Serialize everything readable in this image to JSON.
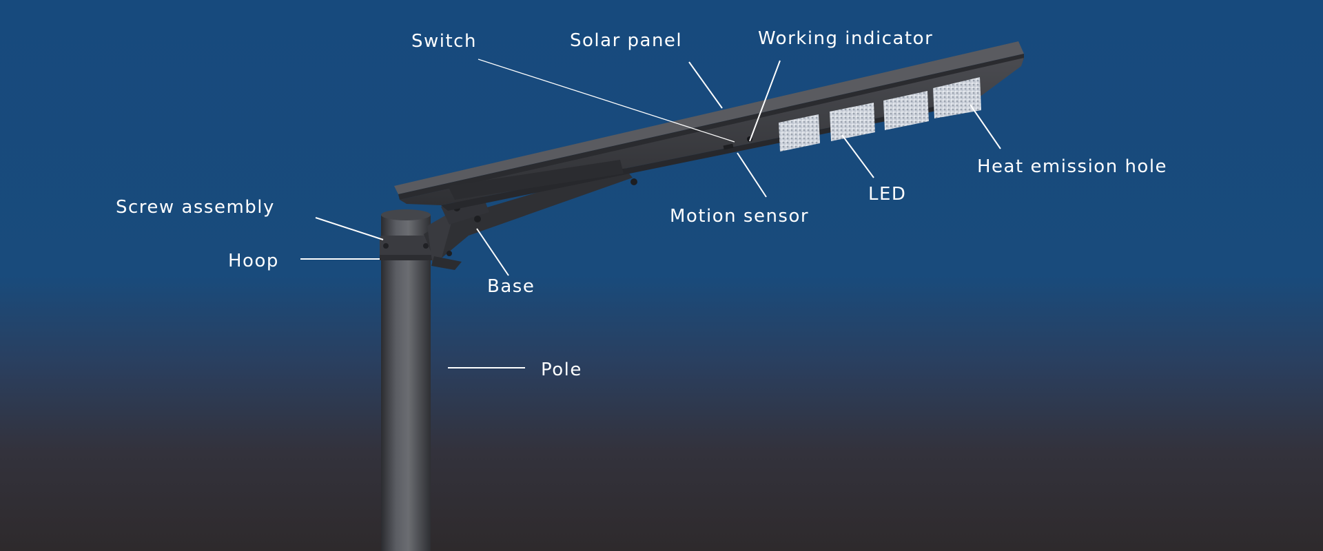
{
  "diagram": {
    "labels": {
      "switch": "Switch",
      "solar_panel": "Solar panel",
      "working_indicator": "Working indicator",
      "heat_emission_hole": "Heat emission hole",
      "led": "LED",
      "motion_sensor": "Motion sensor",
      "screw_assembly": "Screw assembly",
      "hoop": "Hoop",
      "base": "Base",
      "pole": "Pole"
    }
  },
  "colors": {
    "background_top": "#174a7d",
    "background_bottom": "#2e2a2c",
    "label": "#ffffff",
    "lamp_body": "#3d3e42",
    "led_module": "#d7dde6"
  }
}
